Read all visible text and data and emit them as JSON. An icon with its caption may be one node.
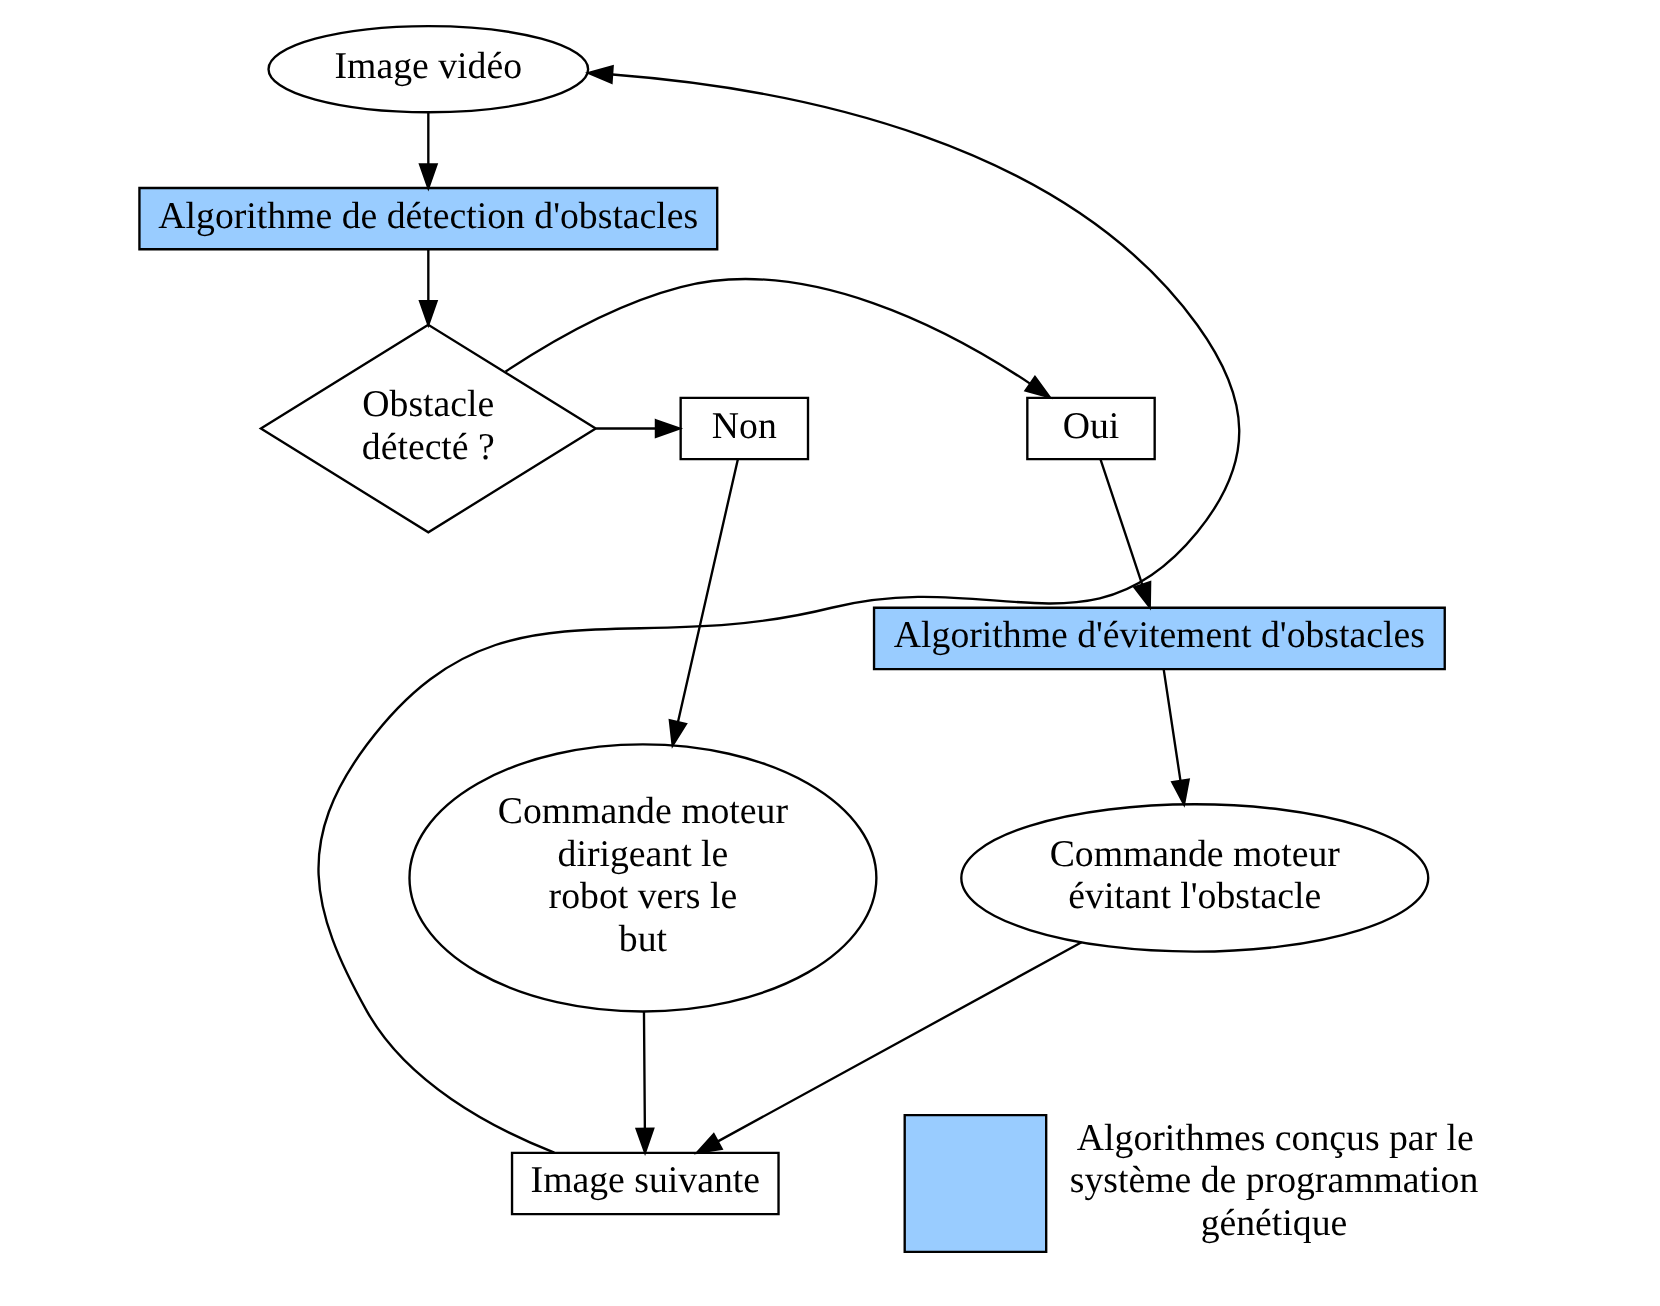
{
  "diagram": {
    "nodes": [
      {
        "text": [
          "Image vidéo"
        ]
      },
      {
        "text": [
          "Algorithme de détection d'obstacles"
        ]
      },
      {
        "text": [
          "Obstacle détecté ?"
        ]
      },
      {
        "text": [
          "Oui"
        ]
      },
      {
        "text": [
          "Non"
        ]
      },
      {
        "text": [
          "Algorithme d'évitement d'obstacles"
        ]
      },
      {
        "text": [
          "Commande moteur évitant l'obstacle"
        ]
      },
      {
        "text": [
          "Commande moteur dirigeant le robot vers le but"
        ]
      },
      {
        "text": [
          "Image suivante"
        ]
      }
    ],
    "edges": [
      {
        "from": 0,
        "to": 1,
        "arrow": "to"
      },
      {
        "from": 1,
        "to": 2,
        "arrow": "to"
      },
      {
        "from": 2,
        "to": 3,
        "arrow": "to"
      },
      {
        "from": 2,
        "to": 4,
        "arrow": "to"
      },
      {
        "from": 3,
        "to": 5,
        "arrow": "to"
      },
      {
        "from": 5,
        "to": 6,
        "arrow": "to"
      },
      {
        "from": 4,
        "to": 7,
        "arrow": "to"
      },
      {
        "from": 6,
        "to": 8,
        "arrow": "to"
      },
      {
        "from": 7,
        "to": 8,
        "arrow": "to"
      },
      {
        "from": 8,
        "to": 0,
        "arrow": "to"
      }
    ],
    "legend": [
      {
        "text": "Algorithmes conçus par le système de programmation génétique",
        "color": "#99ccff"
      }
    ]
  }
}
